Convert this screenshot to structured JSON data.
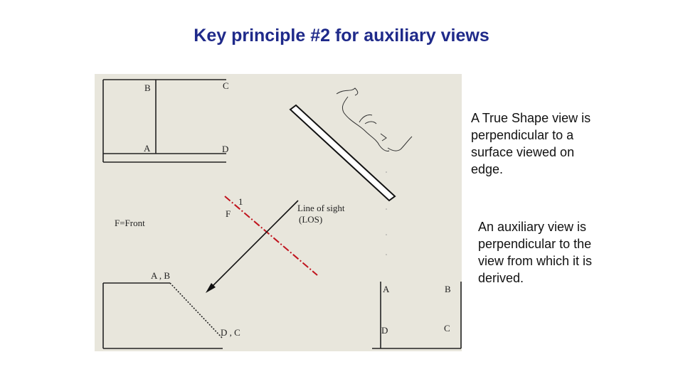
{
  "title": "Key principle #2 for auxiliary views",
  "notes": {
    "true_shape": "A True Shape view is perpendicular to a surface viewed on edge.",
    "auxiliary": "An auxiliary view is perpendicular to the view from which it is derived."
  },
  "diagram": {
    "labels": {
      "top_left_b": "B",
      "top_right_c": "C",
      "mid_left_a": "A",
      "mid_right_d": "D",
      "fold_1": "1",
      "fold_f": "F",
      "front_caption": "F=Front",
      "line_of_sight_1": "Line of sight",
      "line_of_sight_2": "(LOS)",
      "front_ab": "A , B",
      "front_dc": "D , C",
      "aux_a": "A",
      "aux_b": "B",
      "aux_d": "D",
      "aux_c": "C"
    },
    "colors": {
      "fold_line": "#c0141e",
      "title": "#1f2a8a",
      "panel": "#e8e6dc"
    }
  }
}
